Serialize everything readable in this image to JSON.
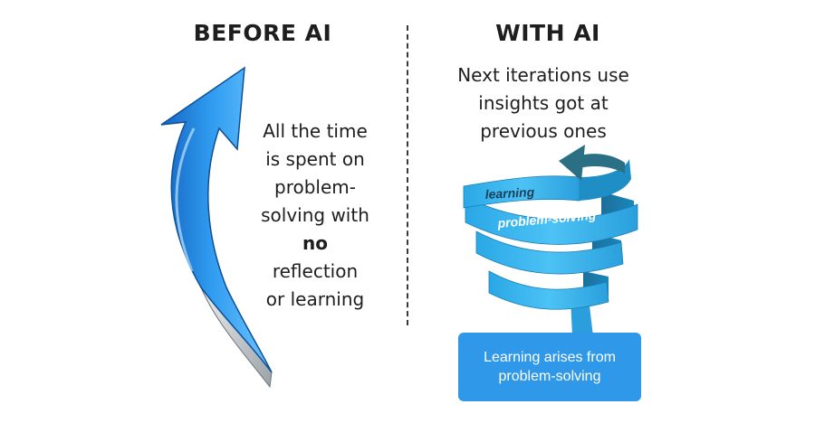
{
  "before": {
    "title": "BEFORE AI",
    "lines": [
      "All the time",
      "is spent on",
      "problem-",
      "solving with"
    ],
    "emphasis": "no",
    "lines_after": [
      "reflection",
      "or learning"
    ]
  },
  "with_ai": {
    "title": "WITH AI",
    "lines": [
      "Next iterations use",
      "insights got at",
      "previous ones"
    ],
    "spiral_labels": {
      "top": "learning",
      "middle": "problem-solving"
    },
    "callout": [
      "Learning arises from",
      "problem-solving"
    ]
  },
  "colors": {
    "accent": "#2f98e8",
    "spiral_dark": "#1f8ec4",
    "arrow_head": "#2a6f84"
  },
  "icons": {
    "left": "curved-up-arrow-icon",
    "right": "spiral-ribbon-icon"
  }
}
